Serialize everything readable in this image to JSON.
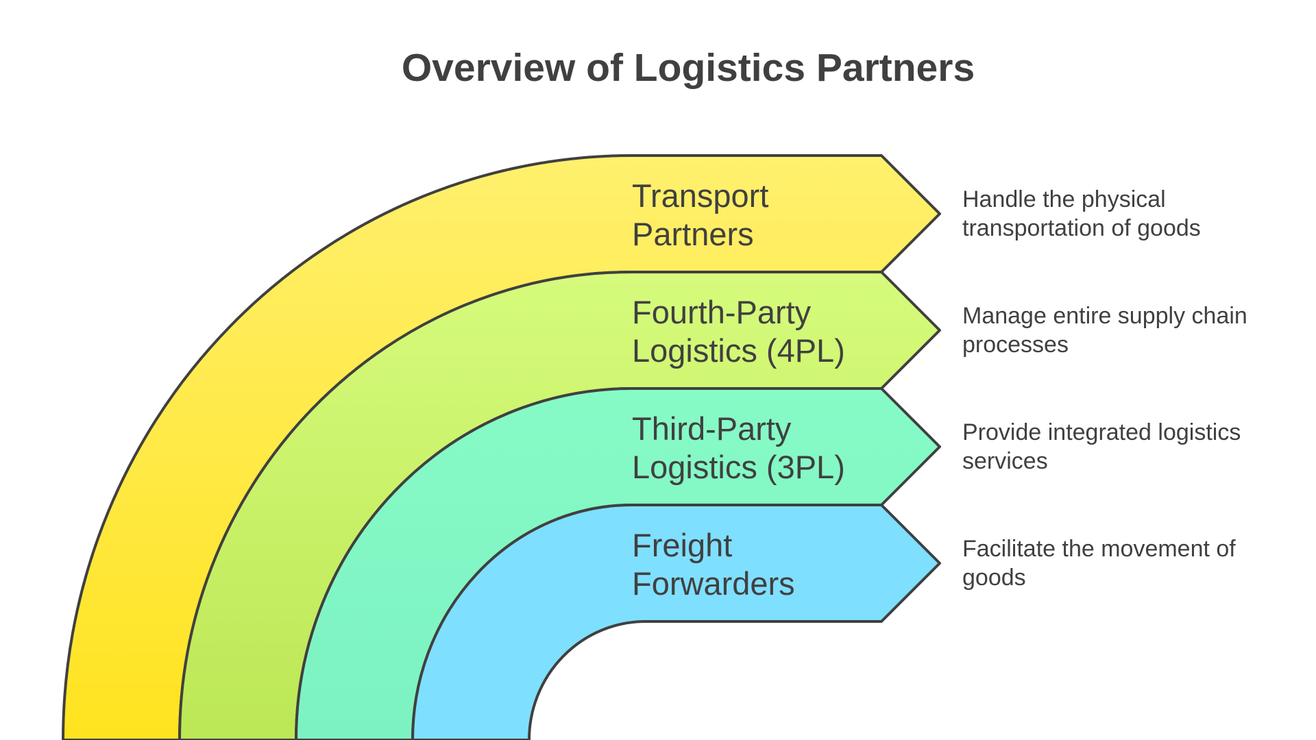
{
  "title": "Overview of Logistics Partners",
  "layers": [
    {
      "label_lines": [
        "Transport",
        "Partners"
      ],
      "description_lines": [
        "Handle the physical",
        "transportation of goods"
      ],
      "color_top": "#fff06e",
      "color_bottom": "#ffe31f"
    },
    {
      "label_lines": [
        "Fourth-Party",
        "Logistics (4PL)"
      ],
      "description_lines": [
        "Manage entire supply chain",
        "processes"
      ],
      "color_top": "#d6fb7c",
      "color_bottom": "#bce755"
    },
    {
      "label_lines": [
        "Third-Party",
        "Logistics (3PL)"
      ],
      "description_lines": [
        "Provide integrated logistics",
        "services"
      ],
      "color_top": "#87fbc6",
      "color_bottom": "#7cf2c2"
    },
    {
      "label_lines": [
        "Freight",
        "Forwarders"
      ],
      "description_lines": [
        "Facilitate the movement of",
        "goods"
      ],
      "color_top": "#7fdfff",
      "color_bottom": "#7fdfff"
    }
  ]
}
